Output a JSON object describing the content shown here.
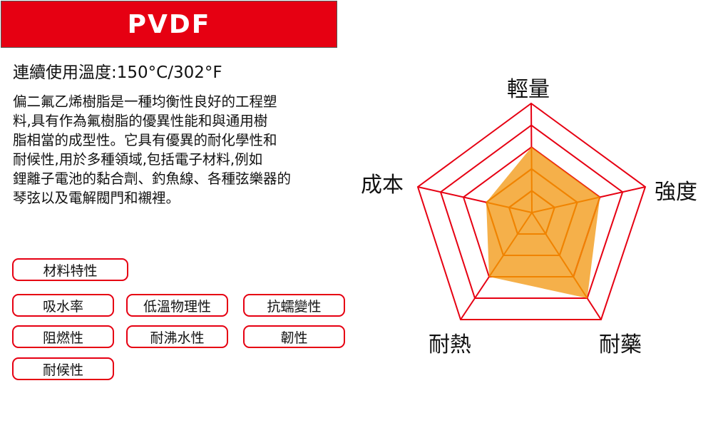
{
  "header": {
    "title": "PVDF",
    "accent_color": "#e60012"
  },
  "spec": {
    "continuous_use_temperature": "連續使用溫度:150°C/302°F"
  },
  "description": {
    "lines": [
      "偏二氟乙烯樹脂是一種均衡性良好的工程塑",
      "料,具有作為氟樹脂的優異性能和與通用樹",
      "脂相當的成型性。它具有優異的耐化學性和",
      "耐候性,用於多種領域,包括電子材料,例如",
      "鋰離子電池的黏合劑、釣魚線、各種弦樂器的",
      "琴弦以及電解閥門和襯裡。"
    ]
  },
  "tags": {
    "header_label": "材料特性",
    "items": [
      {
        "label": "吸水率"
      },
      {
        "label": "低溫物理性"
      },
      {
        "label": "抗蠕變性"
      },
      {
        "label": "阻燃性"
      },
      {
        "label": "耐沸水性"
      },
      {
        "label": "韌性"
      },
      {
        "label": "耐候性"
      }
    ]
  },
  "chart_data": {
    "type": "radar",
    "title": "",
    "categories": [
      "輕量",
      "強度",
      "耐藥",
      "耐熱",
      "成本"
    ],
    "series": [
      {
        "name": "PVDF",
        "values": [
          3,
          3,
          4,
          3,
          2
        ]
      }
    ],
    "max": 5,
    "levels": 5,
    "grid_color": "#e60012",
    "inner_grid_color": "#f08300",
    "fill_color": "#f5b04a",
    "fill_stroke": "#f08300"
  }
}
